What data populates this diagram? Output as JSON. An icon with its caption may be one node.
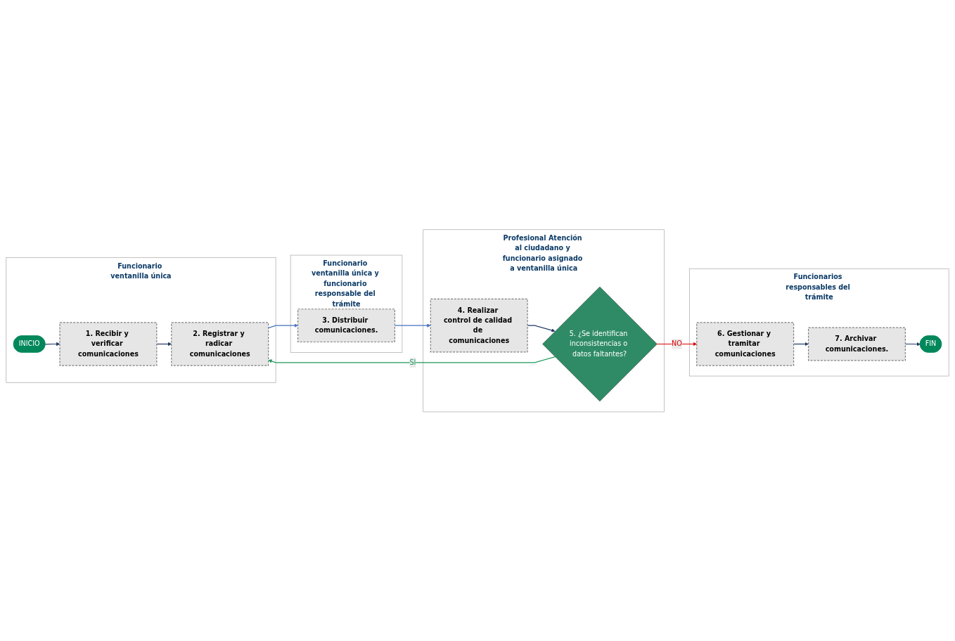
{
  "diagram": {
    "nodes": [
      {
        "text": [
          "Funcionario ventanilla única"
        ]
      },
      {
        "text": [
          "Funcionario ventanilla única y funcionario responsable del trámite"
        ]
      },
      {
        "text": [
          "Profesional Atención al ciudadano y funcionario asignado a ventanilla única"
        ]
      },
      {
        "text": [
          "Funcionarios responsables del trámite"
        ]
      },
      {
        "text": [
          "INICIO"
        ],
        "in": 0
      },
      {
        "text": [
          "1. Recibir y verificar comunicaciones"
        ],
        "in": 0
      },
      {
        "text": [
          "2. Registrar y radicar comunicaciones"
        ],
        "in": 0
      },
      {
        "text": [
          "3. Distribuir comunicaciones."
        ],
        "in": 1
      },
      {
        "text": [
          "4. Realizar control de calidad de comunicaciones"
        ],
        "in": 2
      },
      {
        "text": [
          "5. ¿Se identifican inconsistencias o datos faltantes?"
        ],
        "in": 2
      },
      {
        "text": [
          "6. Gestionar y tramitar comunicaciones"
        ],
        "in": 3
      },
      {
        "text": [
          "7. Archivar comunicaciones."
        ],
        "in": 3
      },
      {
        "text": [
          "FIN"
        ],
        "in": 3
      }
    ],
    "edges": [
      {
        "from": 4,
        "to": 5,
        "arrow": "to"
      },
      {
        "from": 5,
        "to": 6,
        "arrow": "to"
      },
      {
        "from": 6,
        "to": 7,
        "arrow": "to",
        "color": "#4472c4"
      },
      {
        "from": 7,
        "to": 8,
        "arrow": "to",
        "color": "#4472c4"
      },
      {
        "from": 8,
        "to": 9,
        "arrow": "to"
      },
      {
        "from": 9,
        "to": 10,
        "arrow": "to",
        "label": "NO",
        "color": "#e00000"
      },
      {
        "from": 9,
        "to": 6,
        "arrow": "to",
        "label": "SI",
        "color": "#1e9a5e"
      },
      {
        "from": 10,
        "to": 11,
        "arrow": "to"
      },
      {
        "from": 11,
        "to": 12,
        "arrow": "to"
      }
    ]
  }
}
